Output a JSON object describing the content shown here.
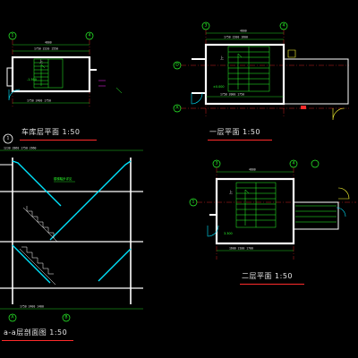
{
  "colors": {
    "background": "#000000",
    "wall": "#ffffff",
    "stair": "#2bff2b",
    "axis": "#2bff2b",
    "dimension": "#ff2b2b",
    "cyan": "#00e5ff",
    "magenta": "#ff2bff",
    "yellow": "#ffff33",
    "text": "#e6e6e6"
  },
  "titles": {
    "garage": "车库层平面  1:50",
    "first": "一层平面  1:50",
    "second": "二层平面  1:50",
    "section": "a-a层剖面图  1:50"
  },
  "section_number": "1",
  "axis_labels": {
    "garage_top_left": "1",
    "garage_top_right": "4",
    "first_top_left": "3",
    "first_top_right": "4",
    "first_left_upper": "D",
    "first_left_lower": "A",
    "second_top_left": "3",
    "second_top_right": "4",
    "second_left": "1",
    "section_bottom_left": "A",
    "section_bottom_right": "B"
  },
  "dimensions": {
    "garage_top": "4800",
    "garage_inner": "1750  2220  1550",
    "garage_bottom": "1750  2400  1750",
    "first_top": "4800",
    "first_inner": "1750  2200  1600",
    "first_bottom": "1750  2000  1750",
    "second_top": "4800",
    "second_bottom": "1600  2100  1700",
    "section_top": "1230  2860  1750  2660",
    "section_bottom": "1750  2400  1400"
  },
  "labels": {
    "up_garage": "上",
    "up_first": "上",
    "up_second": "上",
    "elev_garage": "-1.500",
    "elev_first": "±0.000",
    "elev_second": "3.300",
    "section_note": "楼梯踏步详见"
  }
}
